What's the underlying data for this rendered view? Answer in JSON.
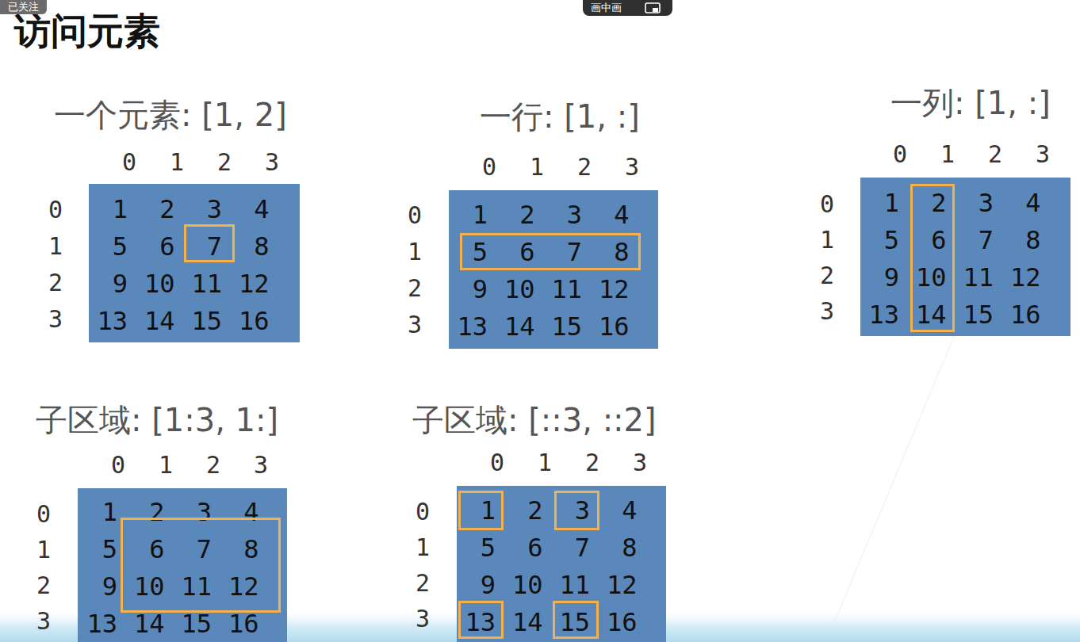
{
  "diagram": {
    "title": "访问元素",
    "nodes": [
      {
        "text": [
          "一个元素: [1, 2]",
          "1",
          "2",
          "3",
          "4",
          "5",
          "6",
          "8",
          "9",
          "10",
          "11",
          "12",
          "13",
          "14",
          "15",
          "16"
        ]
      },
      {
        "text": [
          "7"
        ],
        "in": 0
      },
      {
        "text": [
          "一行: [1, :]",
          "1",
          "2",
          "3",
          "4",
          "9",
          "10",
          "11",
          "12",
          "13",
          "14",
          "15",
          "16"
        ]
      },
      {
        "text": [
          "5",
          "6",
          "7",
          "8"
        ],
        "in": 2
      },
      {
        "text": [
          "一列: [1, :]",
          "1",
          "3",
          "4",
          "5",
          "7",
          "8",
          "9",
          "11",
          "12",
          "13",
          "15",
          "16"
        ]
      },
      {
        "text": [
          "2",
          "6",
          "10",
          "14"
        ],
        "in": 4
      },
      {
        "text": [
          "子区域: [1:3, 1:]",
          "1",
          "2",
          "3",
          "4",
          "5",
          "9",
          "13",
          "14",
          "15",
          "16"
        ]
      },
      {
        "text": [
          "6",
          "7",
          "8",
          "10",
          "11",
          "12"
        ],
        "in": 6
      },
      {
        "text": [
          "子区域: [::3, ::2]",
          "2",
          "4",
          "5",
          "6",
          "7",
          "8",
          "9",
          "10",
          "11",
          "12",
          "14",
          "16"
        ]
      },
      {
        "text": [
          "1"
        ],
        "in": 8
      },
      {
        "text": [
          "3"
        ],
        "in": 8
      },
      {
        "text": [
          "13"
        ],
        "in": 8
      },
      {
        "text": [
          "15"
        ],
        "in": 8
      }
    ],
    "labels": [
      "已关注",
      "画中画",
      "0",
      "1",
      "2",
      "3",
      "0",
      "1",
      "2",
      "3",
      "0",
      "1",
      "2",
      "3",
      "0",
      "1",
      "2",
      "3",
      "0",
      "1",
      "2",
      "3",
      "0",
      "1",
      "2",
      "3",
      "0",
      "1",
      "2",
      "3",
      "0",
      "1",
      "2",
      "3",
      "0",
      "1",
      "2",
      "3",
      "0",
      "1",
      "2",
      "3"
    ]
  }
}
